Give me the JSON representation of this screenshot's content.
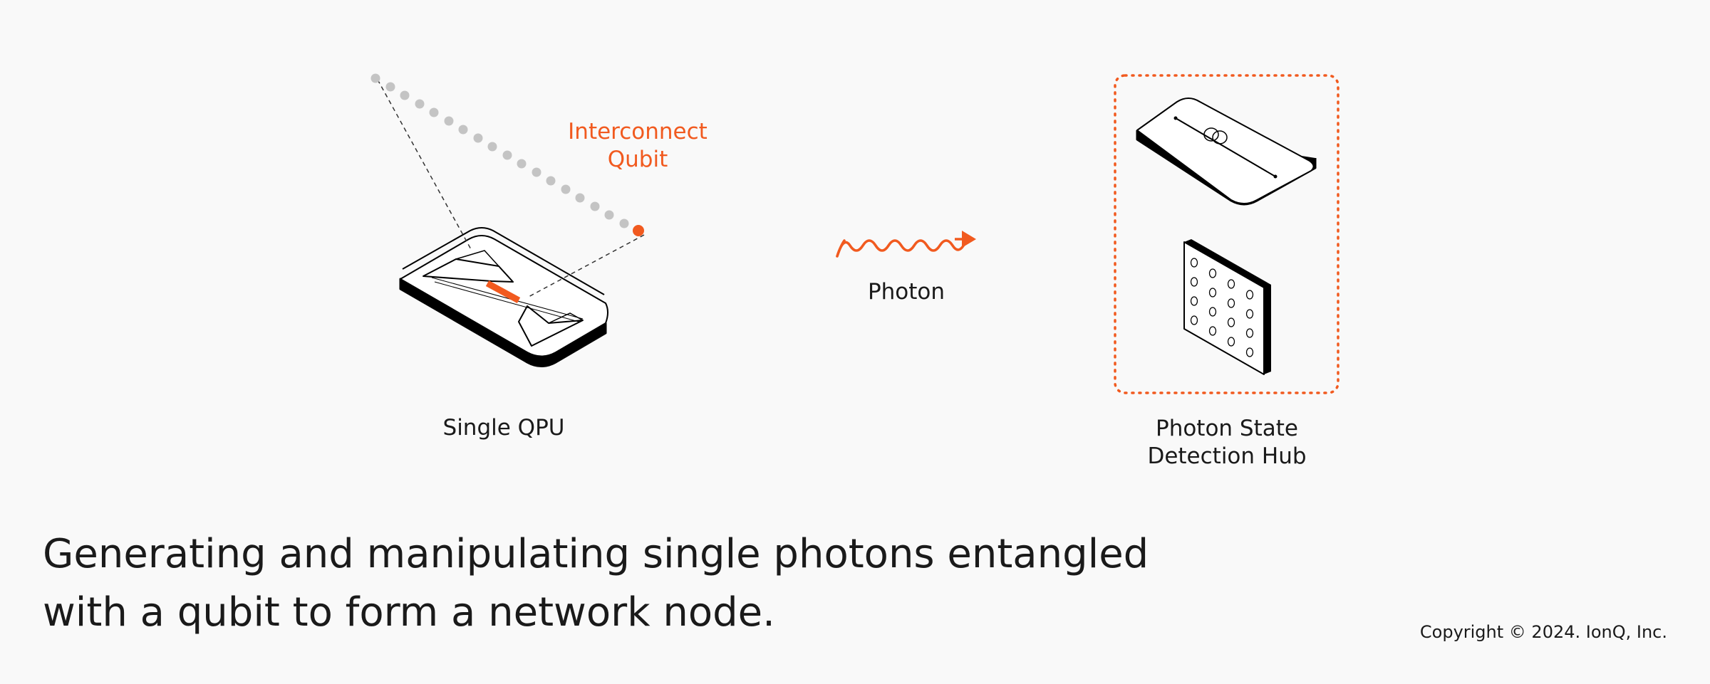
{
  "labels": {
    "interconnect_qubit_line1": "Interconnect",
    "interconnect_qubit_line2": "Qubit",
    "single_qpu": "Single QPU",
    "photon": "Photon",
    "detection_hub_line1": "Photon State",
    "detection_hub_line2": "Detection Hub"
  },
  "caption": {
    "line1": "Generating and manipulating single photons entangled",
    "line2": "with a qubit to form a network node."
  },
  "copyright": "Copyright © 2024. IonQ, Inc.",
  "colors": {
    "accent": "#f15a1f",
    "background": "#f9f9f9",
    "ion_dots": "#c4c4c4",
    "ink": "#111111"
  }
}
